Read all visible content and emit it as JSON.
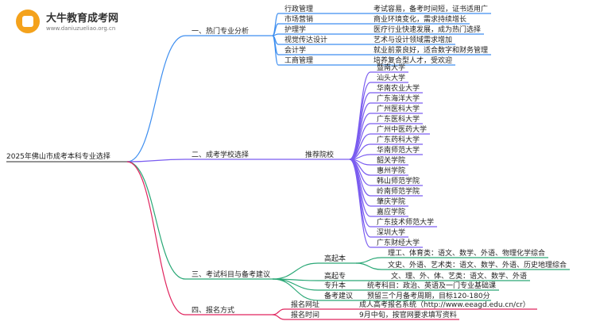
{
  "logo": {
    "name": "大牛教育成考网",
    "url": "www.daniuzueliao.org.cn",
    "icon": "book-icon"
  },
  "colors": {
    "blue": "#3d8ef0",
    "purple": "#7a5cf0",
    "green": "#2aa876",
    "red": "#e0245e"
  },
  "root": "2025年佛山市成考本科专业选择",
  "branches": [
    {
      "label": "一、热门专业分析",
      "color": "blue",
      "items": [
        {
          "label": "行政管理",
          "note": "考试容易，备考时间短，证书适用广"
        },
        {
          "label": "市场营销",
          "note": "商业环境变化，需求持续增长"
        },
        {
          "label": "护理学",
          "note": "医疗行业快速发展，成为热门选择"
        },
        {
          "label": "视觉传达设计",
          "note": "艺术与设计领域需求增加"
        },
        {
          "label": "会计学",
          "note": "就业前景良好，适合数字和财务管理"
        },
        {
          "label": "工商管理",
          "note": "培养复合型人才，受欢迎"
        }
      ]
    },
    {
      "label": "二、成考学校选择",
      "color": "purple",
      "items": [
        {
          "label": "推荐院校",
          "schools": [
            "暨南大学",
            "汕头大学",
            "华南农业大学",
            "广东海洋大学",
            "广州医科大学",
            "广东医科大学",
            "广州中医药大学",
            "广东药科大学",
            "华南师范大学",
            "韶关学院",
            "惠州学院",
            "韩山师范学院",
            "岭南师范学院",
            "肇庆学院",
            "嘉应学院",
            "广东技术师范大学",
            "深圳大学",
            "广东财经大学"
          ]
        }
      ]
    },
    {
      "label": "三、考试科目与备考建议",
      "color": "green",
      "items": [
        {
          "label": "高起本",
          "notes": [
            "理工、体育类：语文、数学、外语、物理化学综合",
            "文史、外语、艺术类：语文、数学、外语、历史地理综合"
          ]
        },
        {
          "label": "高起专",
          "notes": [
            "文、理、外、体、艺类：语文、数学、外语"
          ]
        },
        {
          "label": "专升本",
          "notes": [
            "统考科目：政治、英语及一门专业基础课"
          ]
        },
        {
          "label": "备考建议",
          "notes": [
            "预留三个月备考周期，目标120-180分"
          ]
        }
      ]
    },
    {
      "label": "四、报名方式",
      "color": "red",
      "items": [
        {
          "label": "报名网址",
          "note": "成人高考报名系统（http://www.eeagd.edu.cn/cr）"
        },
        {
          "label": "报名时间",
          "note": "9月中旬，按官网要求填写资料"
        }
      ]
    }
  ]
}
